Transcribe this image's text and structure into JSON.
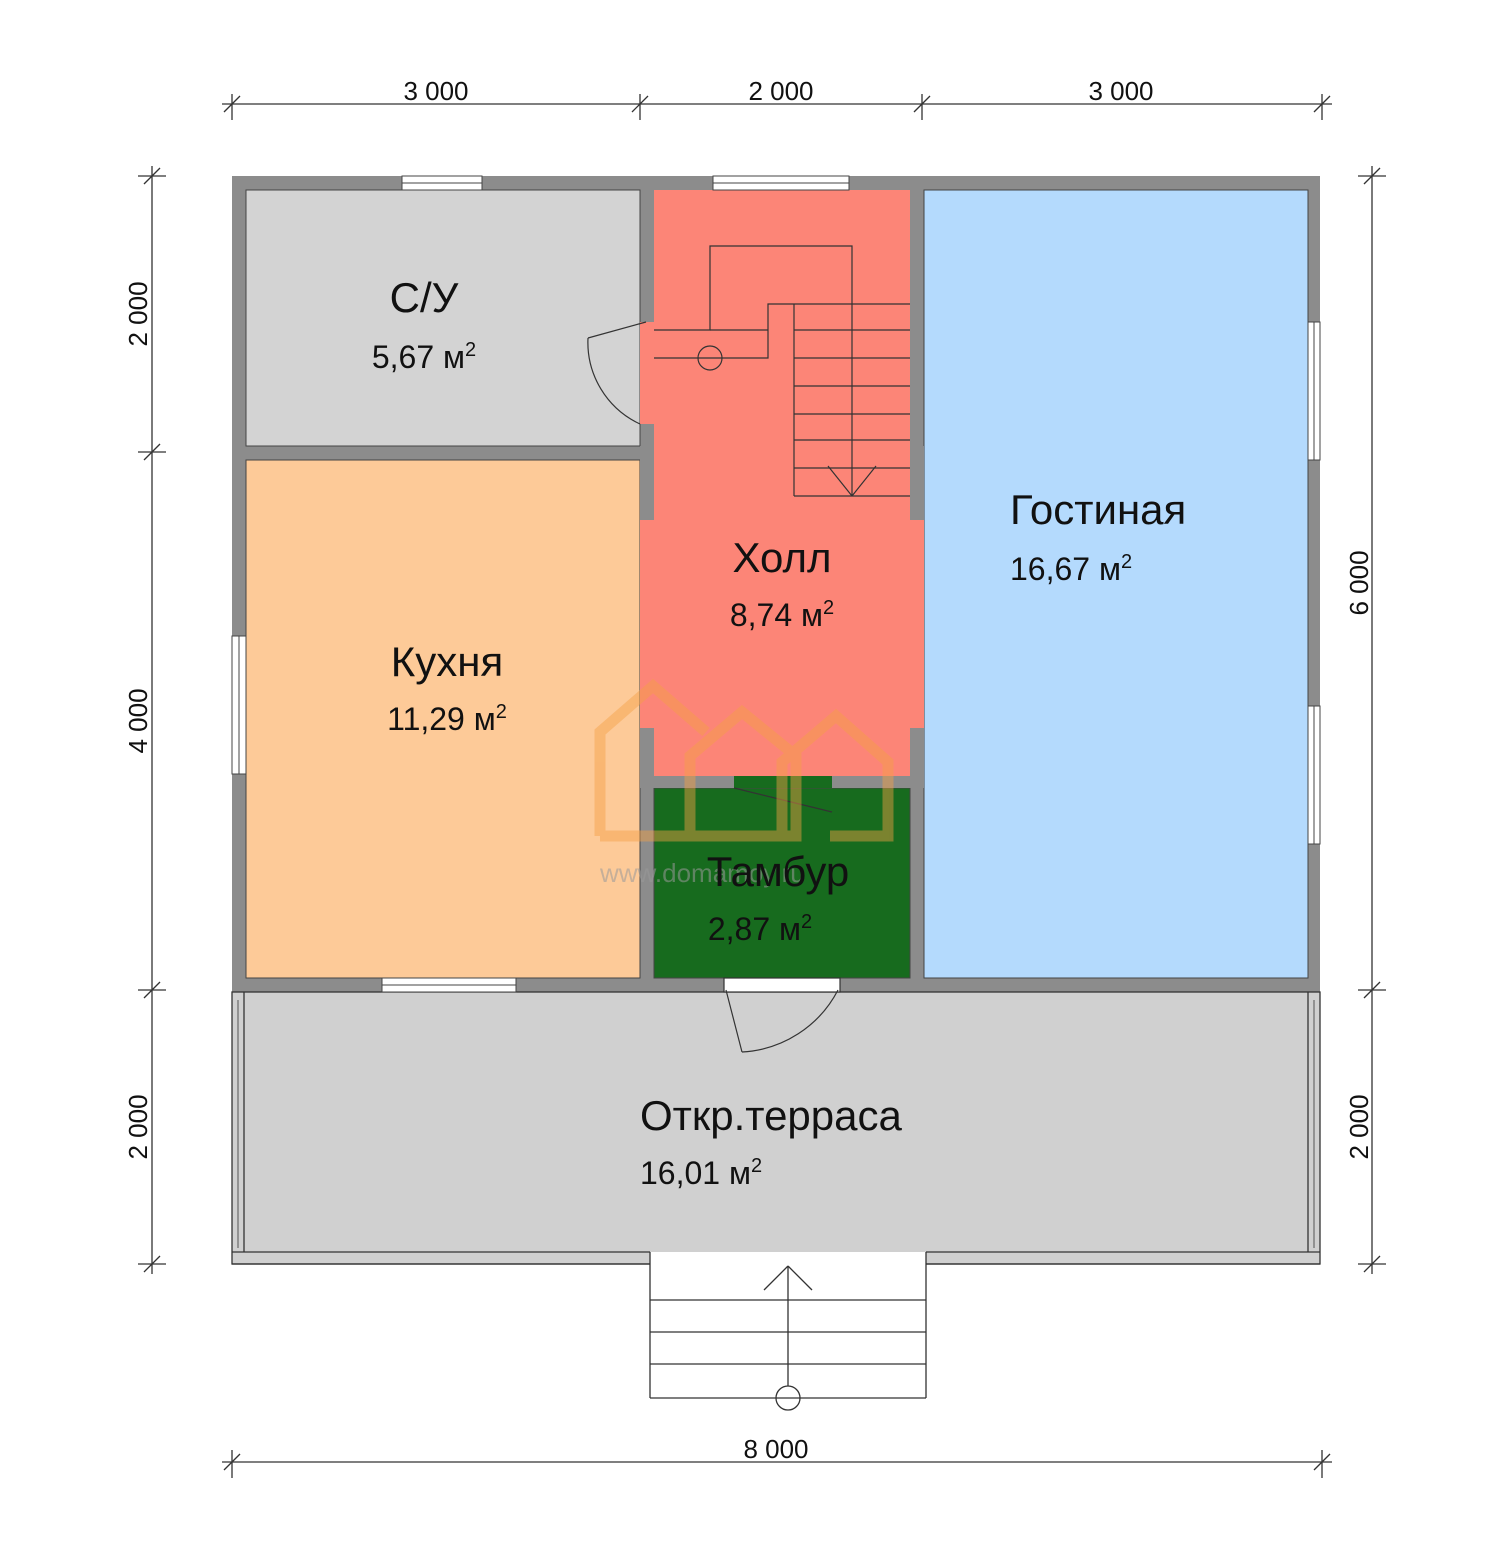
{
  "colors": {
    "wall": "#8c8c8c",
    "bathroom": "#d3d3d3",
    "kitchen": "#fdca98",
    "hall": "#fc8577",
    "vestibule": "#176b1e",
    "living": "#b4dafd",
    "terrace": "#d0d0d0",
    "watermark": "#f5a045"
  },
  "dimensions": {
    "top": [
      "3 000",
      "2 000",
      "3 000"
    ],
    "left": [
      "2 000",
      "4 000",
      "2 000"
    ],
    "right": [
      "6 000",
      "2 000"
    ],
    "bottom": "8 000"
  },
  "rooms": {
    "bathroom": {
      "name": "С/У",
      "area": "5,67 м",
      "sup": "2"
    },
    "kitchen": {
      "name": "Кухня",
      "area": "11,29 м",
      "sup": "2"
    },
    "hall": {
      "name": "Холл",
      "area": "8,74 м",
      "sup": "2"
    },
    "vestibule": {
      "name": "Тамбур",
      "area": "2,87 м",
      "sup": "2"
    },
    "living": {
      "name": "Гостиная",
      "area": "16,67 м",
      "sup": "2"
    },
    "terrace": {
      "name": "Откр.терраса",
      "area": "16,01 м",
      "sup": "2"
    }
  },
  "watermark": "www.domamoy.ru"
}
